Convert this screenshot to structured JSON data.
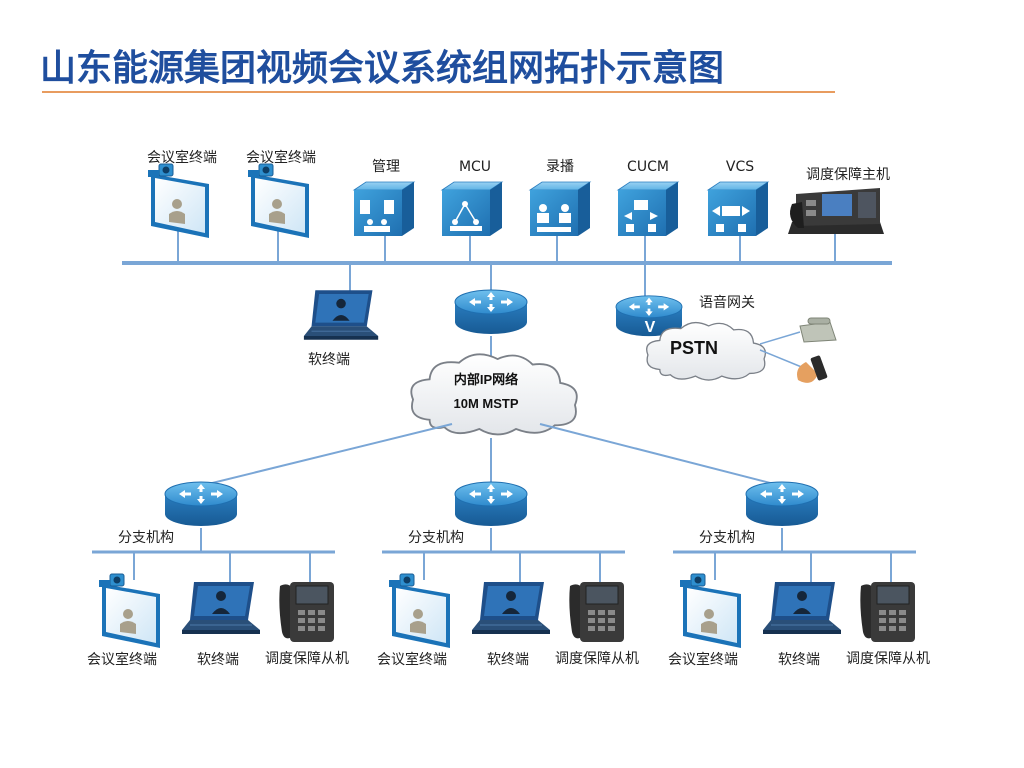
{
  "title": "山东能源集团视频会议系统组网拓扑示意图",
  "colors": {
    "title": "#1F4E9E",
    "accent": "#2E8FCF",
    "bus": "#7AA6D6",
    "underline": "#E07B2A"
  },
  "hq": {
    "devices": {
      "conf1": "会议室终端",
      "conf2": "会议室终端",
      "mgmt": "管理",
      "mcu": "MCU",
      "record": "录播",
      "cucm": "CUCM",
      "vcs": "VCS",
      "dispatch": "调度保障主机"
    },
    "soft_terminal": "软终端",
    "voice_gateway": "语音网关",
    "pstn": "PSTN"
  },
  "network": {
    "line1": "内部IP网络",
    "line2": "10M MSTP"
  },
  "branches": [
    {
      "label": "分支机构",
      "conf": "会议室终端",
      "soft": "软终端",
      "phone": "调度保障从机"
    },
    {
      "label": "分支机构",
      "conf": "会议室终端",
      "soft": "软终端",
      "phone": "调度保障从机"
    },
    {
      "label": "分支机构",
      "conf": "会议室终端",
      "soft": "软终端",
      "phone": "调度保障从机"
    }
  ],
  "icons": {
    "conf": "conference-terminal-icon",
    "cube": "server-cube-icon",
    "router": "router-icon",
    "laptop": "laptop-icon",
    "ipphone": "ip-phone-icon",
    "cloud": "cloud-icon"
  }
}
